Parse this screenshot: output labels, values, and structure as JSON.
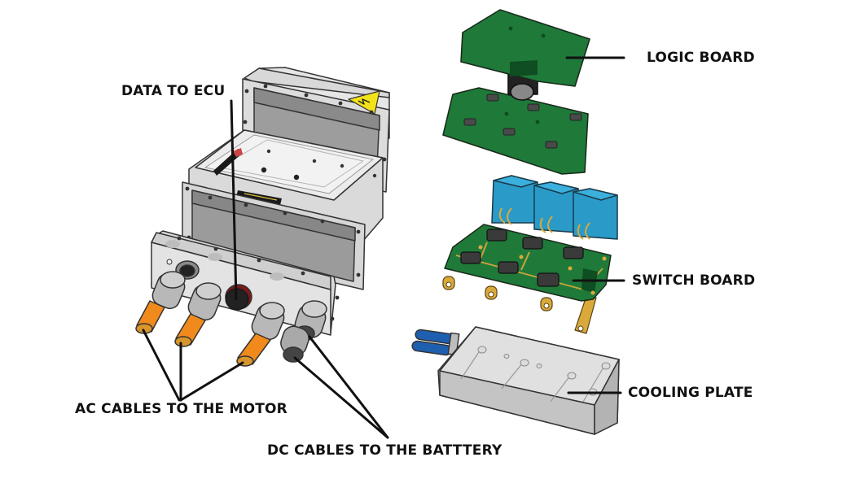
{
  "title": "Inverter exploded view",
  "labels": {
    "data_to_ecu": "DATA TO ECU",
    "logic_board": "LOGIC BOARD",
    "switch_board": "SWITCH BOARD",
    "cooling_plate": "COOLING PLATE",
    "ac_cables": "AC CABLES TO THE MOTOR",
    "dc_cables": "DC CABLES TO THE BATTTERY"
  },
  "components": [
    {
      "id": "housing-cover",
      "name": "Housing cover with high-voltage warning"
    },
    {
      "id": "housing-body",
      "name": "Housing body"
    },
    {
      "id": "connector-plate",
      "name": "Connector plate"
    },
    {
      "id": "logic-board",
      "name": "Logic board"
    },
    {
      "id": "switch-board",
      "name": "Switch board"
    },
    {
      "id": "cooling-plate",
      "name": "Cooling plate"
    }
  ],
  "colors": {
    "pcb_green": "#1f7a3a",
    "pcb_dark": "#0f4d22",
    "capacitor_blue": "#2a9bc8",
    "copper": "#d9a93c",
    "cable_orange": "#f08a1c",
    "coolant_blue": "#1f5fb0",
    "metal_light": "#e4e4e4",
    "metal_mid": "#c9c9c9",
    "metal_dark": "#9a9a9a",
    "warning_yellow": "#f2e21a",
    "ink": "#111111"
  }
}
